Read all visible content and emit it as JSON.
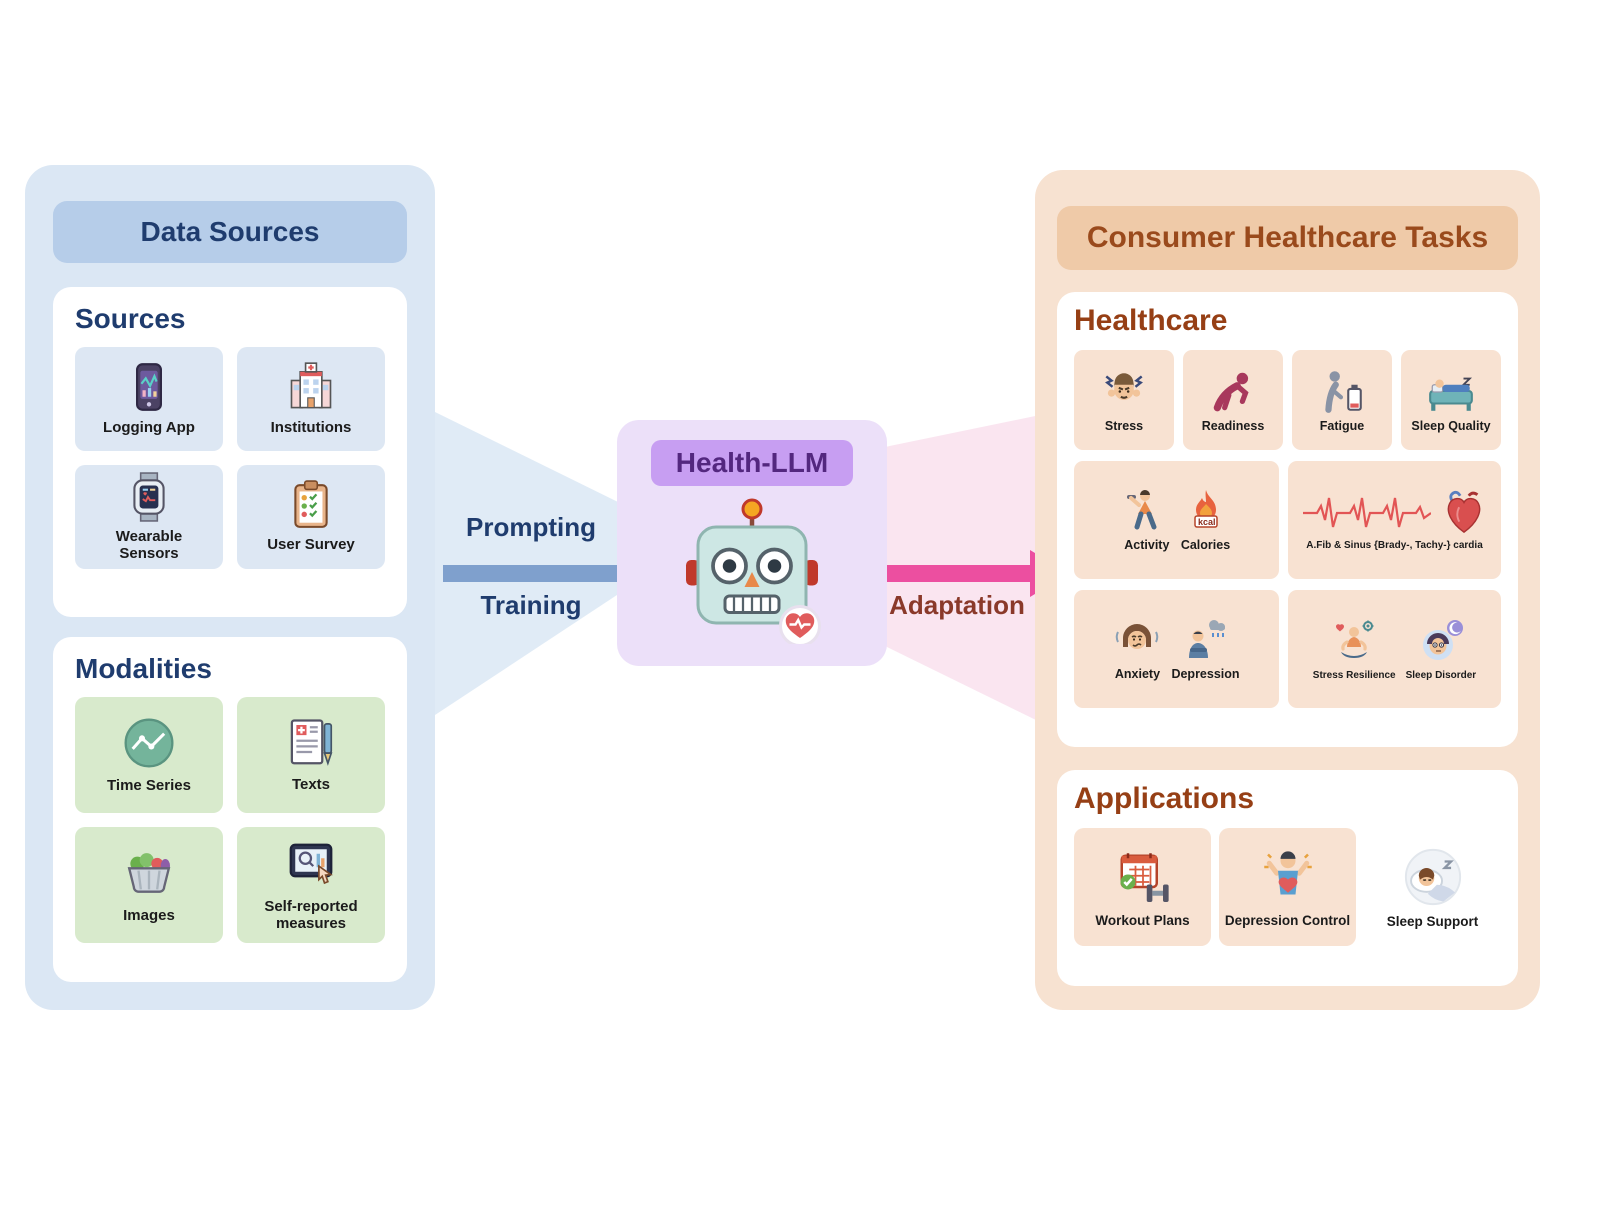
{
  "left_panel": {
    "title": "Data Sources",
    "sources": {
      "title": "Sources",
      "items": [
        {
          "label": "Logging App",
          "icon": "logging-app-icon"
        },
        {
          "label": "Institutions",
          "icon": "hospital-icon"
        },
        {
          "label": "Wearable Sensors",
          "icon": "smartwatch-icon"
        },
        {
          "label": "User Survey",
          "icon": "survey-clipboard-icon"
        }
      ]
    },
    "modalities": {
      "title": "Modalities",
      "items": [
        {
          "label": "Time Series",
          "icon": "time-series-icon"
        },
        {
          "label": "Texts",
          "icon": "texts-icon"
        },
        {
          "label": "Images",
          "icon": "images-icon"
        },
        {
          "label": "Self-reported measures",
          "icon": "self-reported-icon"
        }
      ]
    }
  },
  "center": {
    "model_title": "Health-LLM",
    "robot_icon": "robot-icon",
    "arrow_left_top_label": "Prompting",
    "arrow_left_bottom_label": "Training",
    "arrow_right_label": "Adaptation"
  },
  "right_panel": {
    "title": "Consumer Healthcare Tasks",
    "healthcare": {
      "title": "Healthcare",
      "row1": [
        {
          "label": "Stress",
          "icon": "stress-icon"
        },
        {
          "label": "Readiness",
          "icon": "readiness-icon"
        },
        {
          "label": "Fatigue",
          "icon": "fatigue-icon"
        },
        {
          "label": "Sleep Quality",
          "icon": "sleep-quality-icon"
        }
      ],
      "row2_group": [
        {
          "label": "Activity",
          "icon": "activity-icon"
        },
        {
          "label": "Calories",
          "icon": "calories-flame-icon"
        }
      ],
      "row2_wide_label": "A.Fib & Sinus {Brady-, Tachy-} cardia",
      "row3_group": [
        {
          "label": "Anxiety",
          "icon": "anxiety-icon"
        },
        {
          "label": "Depression",
          "icon": "depression-icon"
        }
      ],
      "row3_wide": [
        {
          "label": "Stress Resilience",
          "icon": "stress-resilience-icon"
        },
        {
          "label": "Sleep Disorder",
          "icon": "sleep-disorder-icon"
        }
      ]
    },
    "applications": {
      "title": "Applications",
      "items": [
        {
          "label": "Workout Plans",
          "icon": "workout-plans-icon"
        },
        {
          "label": "Depression Control",
          "icon": "depression-control-icon"
        },
        {
          "label": "Sleep Support",
          "icon": "sleep-support-icon"
        }
      ]
    }
  },
  "icon_texts": {
    "kcal": "kcal"
  },
  "colors": {
    "left_panel_bg": "#dbe7f4",
    "left_header_bg": "#b6cde9",
    "left_text": "#1f3c6e",
    "source_cell_bg": "#dde7f3",
    "modality_cell_bg": "#d8eacc",
    "center_box_bg": "#ece0f9",
    "center_header_bg": "#c79ef2",
    "center_text": "#53277f",
    "blue_arrow": "#7fa0cd",
    "pink_arrow": "#ec4fa0",
    "adaptation_text": "#8a392a",
    "right_panel_bg": "#f7e2d1",
    "right_header_bg": "#efcaa8",
    "right_text": "#9a4a1c",
    "task_cell_bg": "#f8e2d2"
  }
}
